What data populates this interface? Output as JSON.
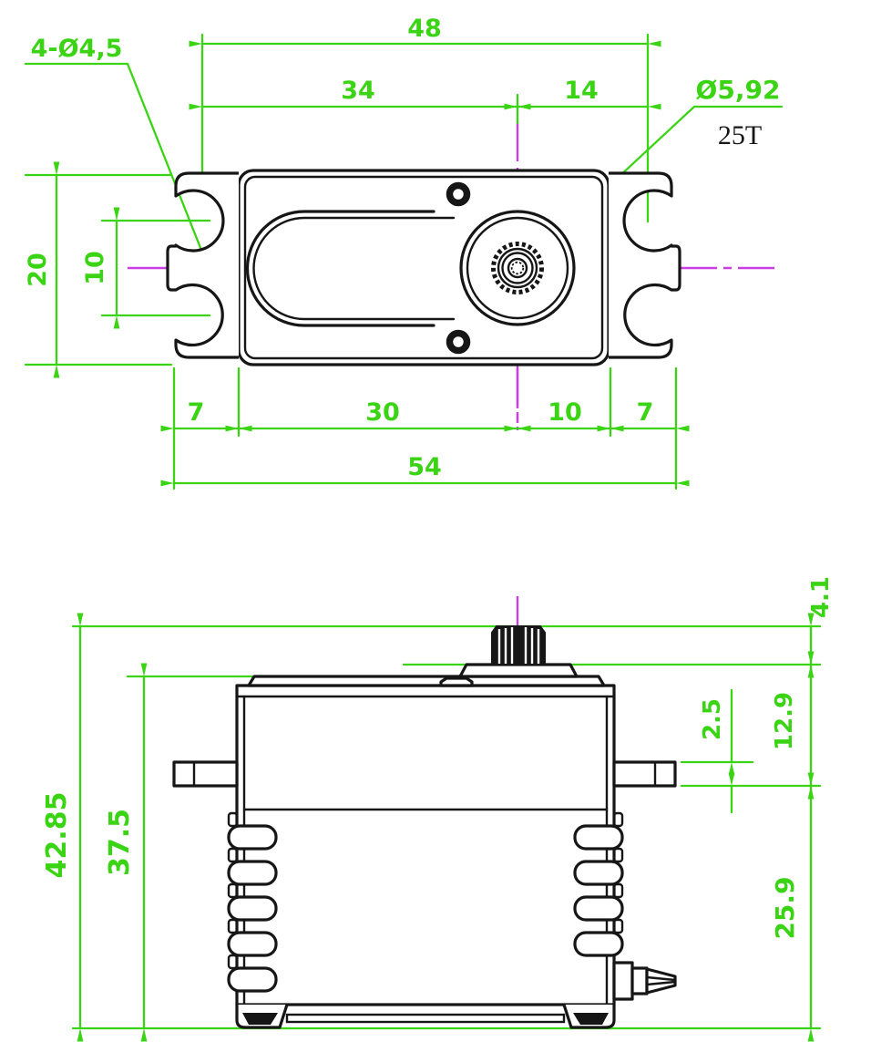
{
  "colors": {
    "dimension_green": "#3bd415",
    "centerline_magenta": "#c93fe6",
    "outline_black": "#161616",
    "background": "#ffffff"
  },
  "top_view": {
    "dims": {
      "mount_hole_span": "48",
      "left_to_shaft_center": "34",
      "shaft_center_to_mount": "14",
      "ear_height": "20",
      "slot_pitch": "10",
      "left_ear_width": "7",
      "body_left_of_center": "30",
      "center_to_body_right": "10",
      "right_ear_width": "7",
      "overall_length": "54"
    },
    "labels": {
      "mount_holes": "4-Ø4,5",
      "output_shaft_dia": "Ø5,92",
      "spline_teeth": "25T"
    }
  },
  "side_view": {
    "dims": {
      "overall_height": "42.85",
      "case_height": "37.5",
      "lower_section_height": "25.9",
      "spline_height": "4.1",
      "upper_section_height": "12.9",
      "flange_thickness": "2.5"
    }
  }
}
